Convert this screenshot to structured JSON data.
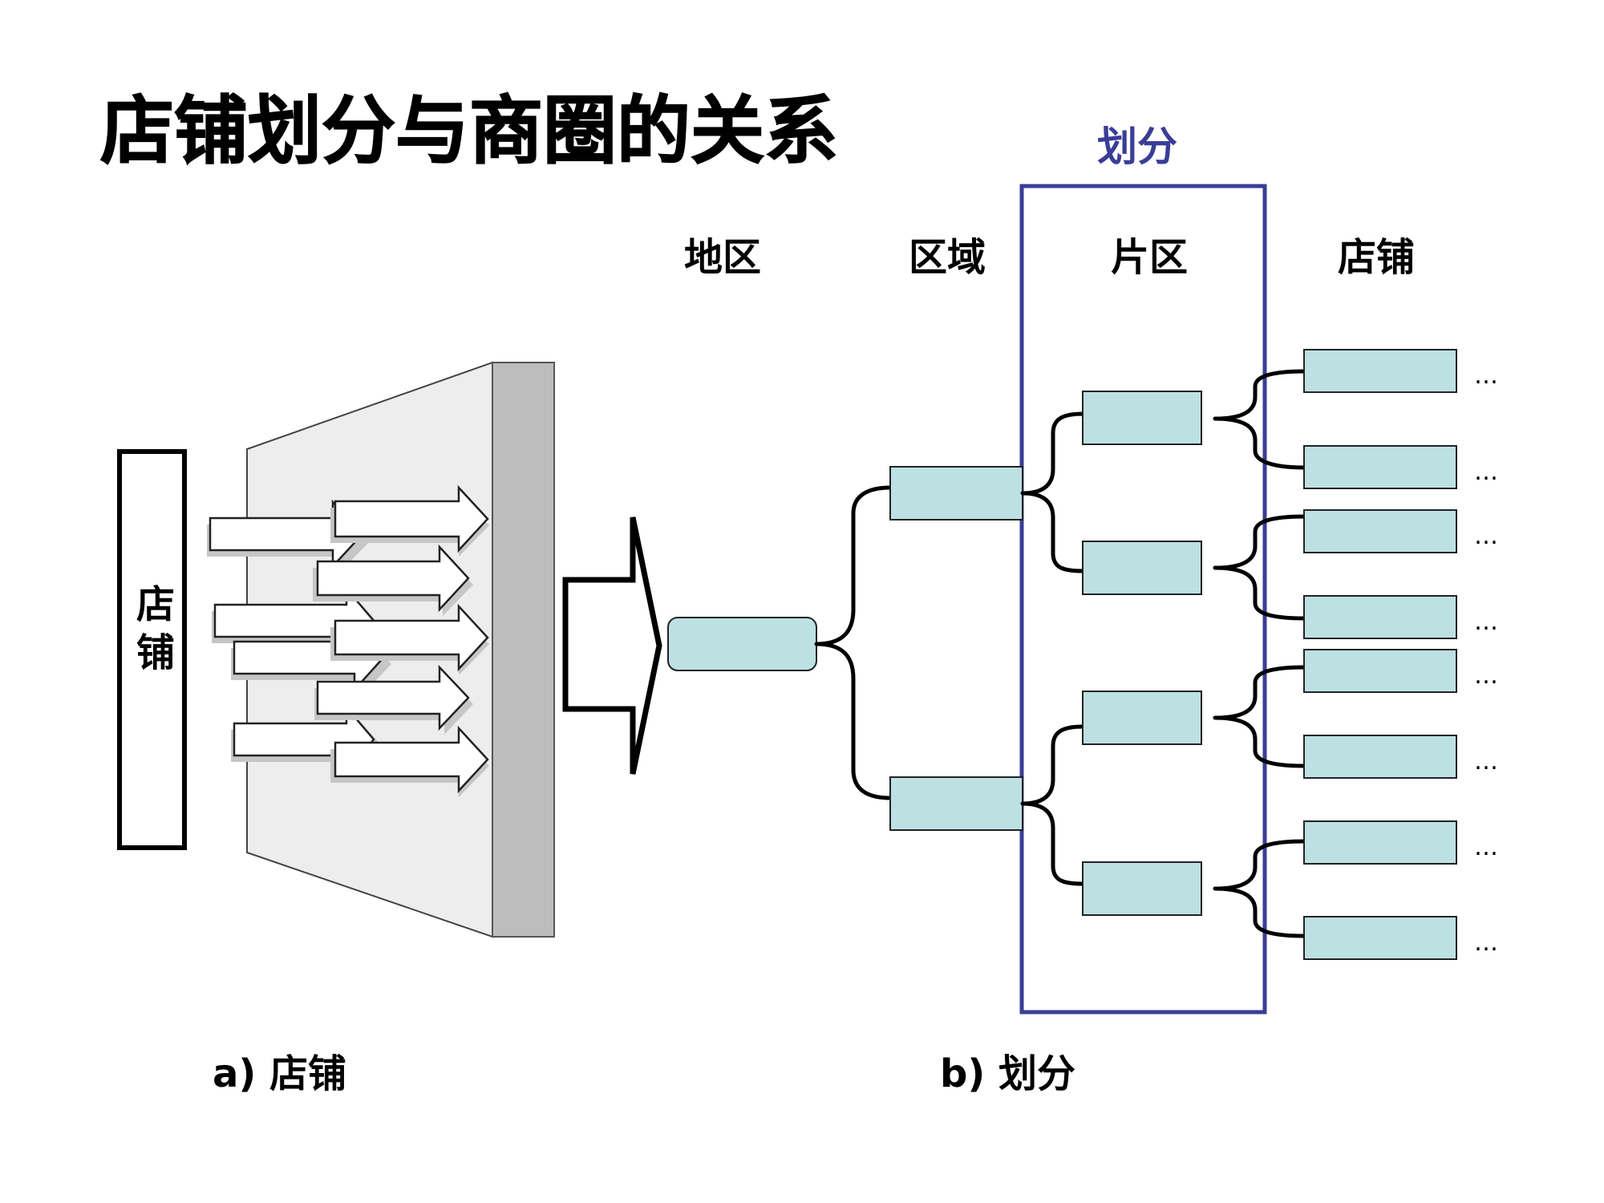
{
  "title": "店铺划分与商圈的关系",
  "partition_label": "划分",
  "columns": {
    "region": "地区",
    "area": "区域",
    "district": "片区",
    "store": "店铺"
  },
  "store_box_label": "店铺",
  "captions": {
    "a": "a)  店铺",
    "b": "b)  划分"
  },
  "ellipsis": "…",
  "colors": {
    "node_fill": "#bde0e3",
    "frame_blue": "#3a3d96",
    "wall_light": "#ededed",
    "wall_dark": "#bdbdbd"
  },
  "hierarchy": {
    "regions": 1,
    "areas": 2,
    "districts": 4,
    "stores": 8
  }
}
